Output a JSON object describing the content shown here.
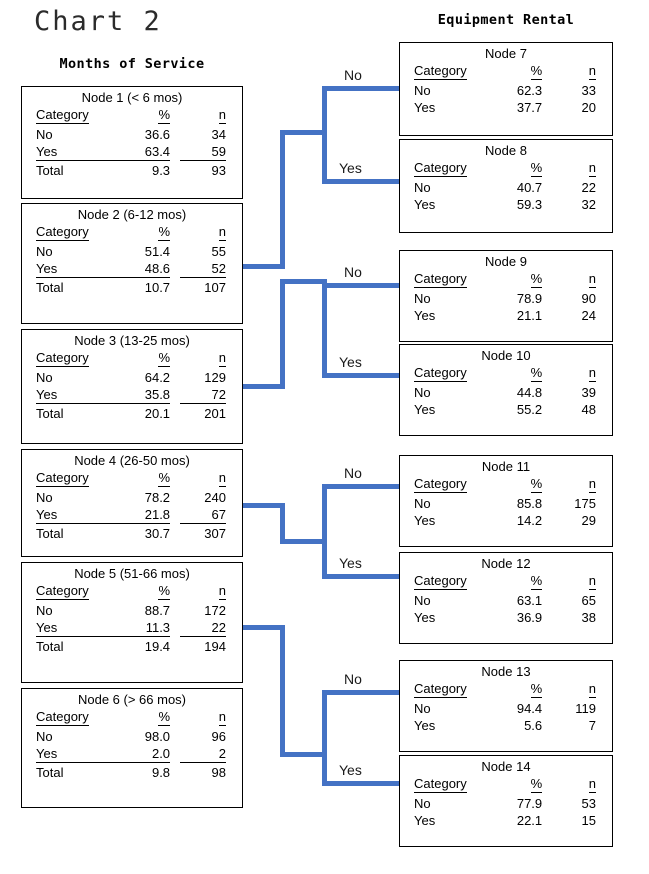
{
  "titles": {
    "chart": "Chart 2",
    "left_header": "Months of Service",
    "right_header": "Equipment Rental"
  },
  "colors": {
    "connector": "#4472C4",
    "box_border": "#000000",
    "text": "#000000",
    "background": "#FFFFFF"
  },
  "table_headers": {
    "category": "Category",
    "percent": "%",
    "n": "n"
  },
  "branch_labels": {
    "no": "No",
    "yes": "Yes"
  },
  "parent_nodes": [
    {
      "title": "Node 1 (< 6 mos)",
      "rows": [
        {
          "category": "No",
          "percent": "36.6",
          "n": "34"
        },
        {
          "category": "Yes",
          "percent": "63.4",
          "n": "59"
        },
        {
          "category": "Total",
          "percent": "9.3",
          "n": "93"
        }
      ]
    },
    {
      "title": "Node 2 (6-12 mos)",
      "rows": [
        {
          "category": "No",
          "percent": "51.4",
          "n": "55"
        },
        {
          "category": "Yes",
          "percent": "48.6",
          "n": "52"
        },
        {
          "category": "Total",
          "percent": "10.7",
          "n": "107"
        }
      ]
    },
    {
      "title": "Node 3 (13-25 mos)",
      "rows": [
        {
          "category": "No",
          "percent": "64.2",
          "n": "129"
        },
        {
          "category": "Yes",
          "percent": "35.8",
          "n": "72"
        },
        {
          "category": "Total",
          "percent": "20.1",
          "n": "201"
        }
      ]
    },
    {
      "title": "Node 4 (26-50 mos)",
      "rows": [
        {
          "category": "No",
          "percent": "78.2",
          "n": "240"
        },
        {
          "category": "Yes",
          "percent": "21.8",
          "n": "67"
        },
        {
          "category": "Total",
          "percent": "30.7",
          "n": "307"
        }
      ]
    },
    {
      "title": "Node 5 (51-66 mos)",
      "rows": [
        {
          "category": "No",
          "percent": "88.7",
          "n": "172"
        },
        {
          "category": "Yes",
          "percent": "11.3",
          "n": "22"
        },
        {
          "category": "Total",
          "percent": "19.4",
          "n": "194"
        }
      ]
    },
    {
      "title": "Node 6 (> 66 mos)",
      "rows": [
        {
          "category": "No",
          "percent": "98.0",
          "n": "96"
        },
        {
          "category": "Yes",
          "percent": "2.0",
          "n": "2"
        },
        {
          "category": "Total",
          "percent": "9.8",
          "n": "98"
        }
      ]
    }
  ],
  "child_nodes": [
    {
      "title": "Node 7",
      "rows": [
        {
          "category": "No",
          "percent": "62.3",
          "n": "33"
        },
        {
          "category": "Yes",
          "percent": "37.7",
          "n": "20"
        }
      ]
    },
    {
      "title": "Node 8",
      "rows": [
        {
          "category": "No",
          "percent": "40.7",
          "n": "22"
        },
        {
          "category": "Yes",
          "percent": "59.3",
          "n": "32"
        }
      ]
    },
    {
      "title": "Node 9",
      "rows": [
        {
          "category": "No",
          "percent": "78.9",
          "n": "90"
        },
        {
          "category": "Yes",
          "percent": "21.1",
          "n": "24"
        }
      ]
    },
    {
      "title": "Node 10",
      "rows": [
        {
          "category": "No",
          "percent": "44.8",
          "n": "39"
        },
        {
          "category": "Yes",
          "percent": "55.2",
          "n": "48"
        }
      ]
    },
    {
      "title": "Node 11",
      "rows": [
        {
          "category": "No",
          "percent": "85.8",
          "n": "175"
        },
        {
          "category": "Yes",
          "percent": "14.2",
          "n": "29"
        }
      ]
    },
    {
      "title": "Node 12",
      "rows": [
        {
          "category": "No",
          "percent": "63.1",
          "n": "65"
        },
        {
          "category": "Yes",
          "percent": "36.9",
          "n": "38"
        }
      ]
    },
    {
      "title": "Node 13",
      "rows": [
        {
          "category": "No",
          "percent": "94.4",
          "n": "119"
        },
        {
          "category": "Yes",
          "percent": "5.6",
          "n": "7"
        }
      ]
    },
    {
      "title": "Node 14",
      "rows": [
        {
          "category": "No",
          "percent": "77.9",
          "n": "53"
        },
        {
          "category": "Yes",
          "percent": "22.1",
          "n": "15"
        }
      ]
    }
  ],
  "chart_data": {
    "type": "table",
    "title": "Chart 2",
    "description": "Decision tree: Months of Service split producing Equipment Rental outcome nodes",
    "root_split_variable": "Months of Service",
    "outcome_variable": "Equipment Rental",
    "parent_segments": [
      {
        "node": 1,
        "label": "< 6 mos",
        "no_pct": 36.6,
        "no_n": 34,
        "yes_pct": 63.4,
        "yes_n": 59,
        "total_pct": 9.3,
        "total_n": 93
      },
      {
        "node": 2,
        "label": "6-12 mos",
        "no_pct": 51.4,
        "no_n": 55,
        "yes_pct": 48.6,
        "yes_n": 52,
        "total_pct": 10.7,
        "total_n": 107
      },
      {
        "node": 3,
        "label": "13-25 mos",
        "no_pct": 64.2,
        "no_n": 129,
        "yes_pct": 35.8,
        "yes_n": 72,
        "total_pct": 20.1,
        "total_n": 201
      },
      {
        "node": 4,
        "label": "26-50 mos",
        "no_pct": 78.2,
        "no_n": 240,
        "yes_pct": 21.8,
        "yes_n": 67,
        "total_pct": 30.7,
        "total_n": 307
      },
      {
        "node": 5,
        "label": "51-66 mos",
        "no_pct": 88.7,
        "no_n": 172,
        "yes_pct": 11.3,
        "yes_n": 22,
        "total_pct": 19.4,
        "total_n": 194
      },
      {
        "node": 6,
        "label": "> 66 mos",
        "no_pct": 98.0,
        "no_n": 96,
        "yes_pct": 2.0,
        "yes_n": 2,
        "total_pct": 9.8,
        "total_n": 98
      }
    ],
    "child_segments": [
      {
        "node": 7,
        "branch": "No",
        "no_pct": 62.3,
        "no_n": 33,
        "yes_pct": 37.7,
        "yes_n": 20
      },
      {
        "node": 8,
        "branch": "Yes",
        "no_pct": 40.7,
        "no_n": 22,
        "yes_pct": 59.3,
        "yes_n": 32
      },
      {
        "node": 9,
        "branch": "No",
        "no_pct": 78.9,
        "no_n": 90,
        "yes_pct": 21.1,
        "yes_n": 24
      },
      {
        "node": 10,
        "branch": "Yes",
        "no_pct": 44.8,
        "no_n": 39,
        "yes_pct": 55.2,
        "yes_n": 48
      },
      {
        "node": 11,
        "branch": "No",
        "no_pct": 85.8,
        "no_n": 175,
        "yes_pct": 14.2,
        "yes_n": 29
      },
      {
        "node": 12,
        "branch": "Yes",
        "no_pct": 63.1,
        "no_n": 65,
        "yes_pct": 36.9,
        "yes_n": 38
      },
      {
        "node": 13,
        "branch": "No",
        "no_pct": 94.4,
        "no_n": 119,
        "yes_pct": 5.6,
        "yes_n": 7
      },
      {
        "node": 14,
        "branch": "Yes",
        "no_pct": 77.9,
        "no_n": 53,
        "yes_pct": 22.1,
        "yes_n": 15
      }
    ]
  }
}
